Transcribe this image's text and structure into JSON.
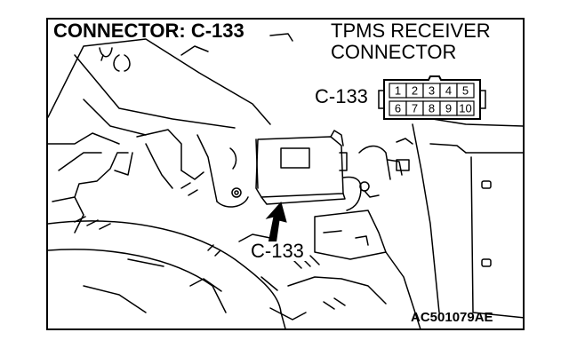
{
  "labels": {
    "connector_title": "CONNECTOR: C-133",
    "receiver_line1": "TPMS RECEIVER",
    "receiver_line2": "CONNECTOR",
    "connector_id_detail": "C-133",
    "connector_id_photo": "C-133",
    "figure_code": "AC501079AE"
  },
  "connector_pins": {
    "top_row": [
      "1",
      "2",
      "3",
      "4",
      "5"
    ],
    "bottom_row": [
      "6",
      "7",
      "8",
      "9",
      "10"
    ]
  },
  "colors": {
    "line": "#000000",
    "background": "#ffffff"
  }
}
